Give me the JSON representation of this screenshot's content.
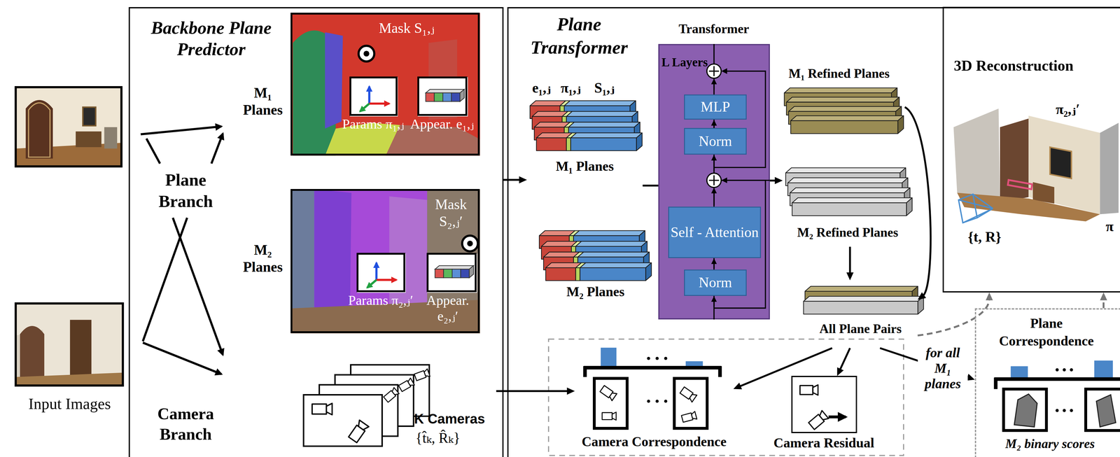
{
  "diagram": {
    "nodes": [
      {
        "text": [
          "Backbone Plane Predictor"
        ]
      },
      {
        "text": [
          "Mask S₁,ⱼ"
        ],
        "in": 0
      },
      {
        "text": [
          "Params π₁,ⱼ"
        ],
        "in": 1
      },
      {
        "text": [
          "Appear. e₁,ⱼ"
        ],
        "in": 1
      },
      {
        "text": [
          "Mask S₂,ⱼ′"
        ],
        "in": 0
      },
      {
        "text": [
          "Params π₂,ⱼ′"
        ],
        "in": 4
      },
      {
        "text": [
          "Appear. e₂,ⱼ′"
        ],
        "in": 4
      },
      {
        "text": [
          "K Cameras",
          "{t̂ₖ, R̂ₖ}"
        ],
        "in": 0
      },
      {
        "text": [
          "Plane Transformer"
        ]
      },
      {
        "text": [
          "M₁ Planes"
        ],
        "in": 8
      },
      {
        "text": [
          "M₂ Planes"
        ],
        "in": 8
      },
      {
        "text": [
          "Transformer",
          "L Layers"
        ],
        "in": 8
      },
      {
        "text": [
          "MLP"
        ],
        "in": 11
      },
      {
        "text": [
          "Norm"
        ],
        "in": 11
      },
      {
        "text": [
          "Self - Attention"
        ],
        "in": 11
      },
      {
        "text": [
          "Norm"
        ],
        "in": 11
      },
      {
        "text": [
          "M₁ Refined Planes"
        ],
        "in": 8
      },
      {
        "text": [
          "M₂ Refined Planes"
        ],
        "in": 8
      },
      {
        "text": [
          "All Plane Pairs"
        ],
        "in": 8
      },
      {
        "text": [
          "3D Reconstruction"
        ],
        "in": 8
      },
      {
        "text": [
          "Camera Correspondence"
        ],
        "in": 8
      },
      {
        "text": [
          "Camera Residual"
        ],
        "in": 8
      },
      {
        "text": [
          "Plane Correspondence",
          "M₂ binary scores"
        ],
        "in": 8
      }
    ],
    "edges": [
      {
        "from": 0,
        "to": 9,
        "arrow": "to"
      },
      {
        "from": 9,
        "to": 11,
        "arrow": "none"
      },
      {
        "from": 11,
        "to": 17,
        "arrow": "to"
      },
      {
        "from": 16,
        "to": 18,
        "arrow": "to"
      },
      {
        "from": 17,
        "to": 18,
        "arrow": "to"
      },
      {
        "from": 18,
        "to": 20,
        "arrow": "to"
      },
      {
        "from": 18,
        "to": 21,
        "arrow": "to"
      },
      {
        "from": 18,
        "to": 22,
        "arrow": "to",
        "label": "for all M₁ planes"
      },
      {
        "from": 18,
        "to": 19,
        "arrow": "to"
      },
      {
        "from": 7,
        "to": 20,
        "arrow": "to"
      },
      {
        "from": 22,
        "to": 19,
        "arrow": "to"
      }
    ],
    "labels": [
      "Input Images",
      "Plane Branch",
      "Camera Branch",
      "M₁ Planes",
      "M₂ Planes",
      "e₁,ⱼ",
      "π₁,ⱼ",
      "S₁,ⱼ",
      "π₂,ⱼ′",
      "{t, R}",
      "π"
    ]
  }
}
